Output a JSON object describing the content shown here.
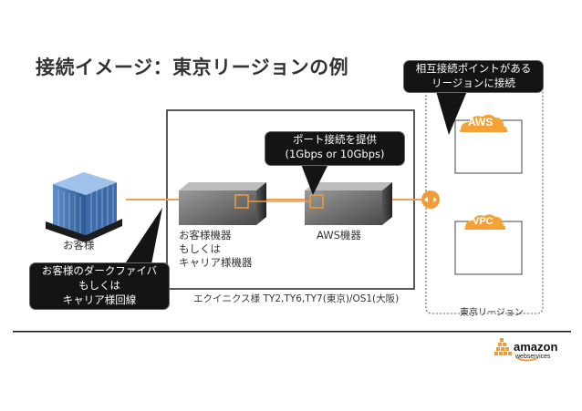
{
  "title": "接続イメージ：東京リージョンの例",
  "callout_top_right": [
    "相互接続ポイントがある",
    "リージョンに接続"
  ],
  "callout_port": [
    "ポート接続を提供",
    "(1Gbps or 10Gbps)"
  ],
  "callout_customer": [
    "お客様のダークファイバ",
    "もしくは",
    "キャリア様回線"
  ],
  "customer_label": "お客様",
  "customer_device_label": [
    "お客様機器",
    "もしくは",
    "キャリア様機器"
  ],
  "aws_device_label": "AWS機器",
  "equinix_label": "エクイニクス様 TY2,TY6,TY7(東京)/OS1(大阪)",
  "region_label": "東京リージョン",
  "aws_cloud_label": "AWS",
  "vpc_cloud_label": "VPC",
  "logo": {
    "name": "amazon",
    "sub": "webservices"
  },
  "colors": {
    "orange": "#f29b3a",
    "line": "#f0a050",
    "cloud": "#f4a235",
    "dark": "#141414"
  }
}
